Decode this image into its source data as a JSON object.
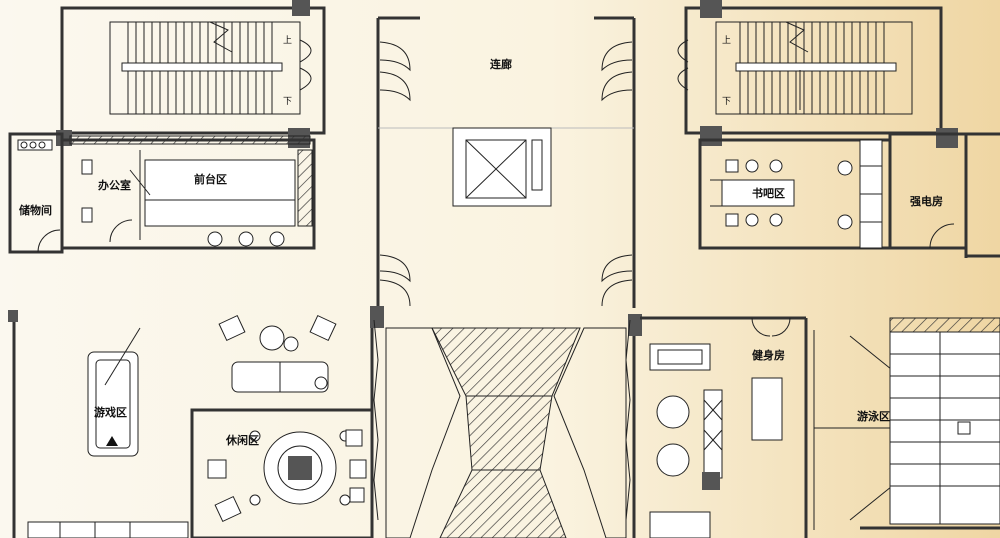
{
  "colors": {
    "background_left": "#fbf7ec",
    "background_right": "#f0d9a8",
    "wall": "#333333",
    "column": "#555555"
  },
  "rooms": {
    "corridor": "连廊",
    "office": "办公室",
    "reception": "前台区",
    "storage": "储物间",
    "bar": "书吧区",
    "electrical": "强电房",
    "game": "游戏区",
    "lounge": "休闲区",
    "gym": "健身房",
    "swimming": "游泳区"
  },
  "stairs": {
    "left_up": "上",
    "left_down": "下",
    "right_up": "上",
    "right_down": "下"
  }
}
